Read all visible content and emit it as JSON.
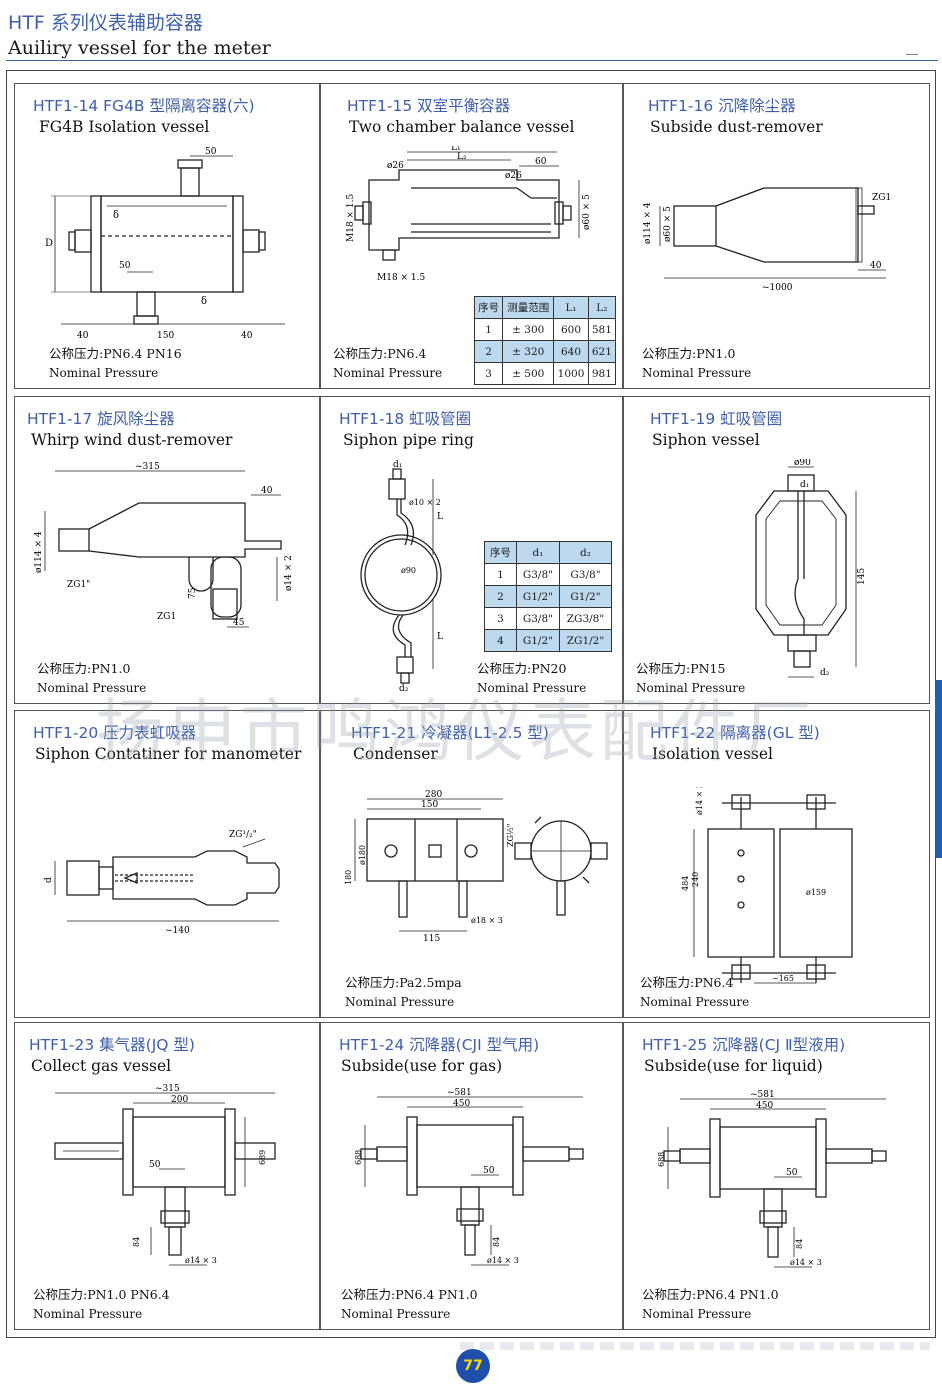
{
  "header": {
    "title_cn": "HTF 系列仪表辅助容器",
    "title_en": "Auiliry vessel for the meter"
  },
  "watermark": "扬申市鸣鸿仪表配件厂",
  "page_number": "77",
  "cells": [
    {
      "code_cn": "HTF1-14 FG4B 型隔离容器(六)",
      "name_en": "FG4B Isolation vessel",
      "pressure": "公称压力:PN6.4 PN16",
      "pressure_en": "Nominal Pressure"
    },
    {
      "code_cn": "HTF1-15 双室平衡容器",
      "name_en": "Two chamber balance vessel",
      "pressure": "公称压力:PN6.4",
      "pressure_en": "Nominal Pressure"
    },
    {
      "code_cn": "HTF1-16 沉降除尘器",
      "name_en": "Subside dust-remover",
      "pressure": "公称压力:PN1.0",
      "pressure_en": "Nominal Pressure"
    },
    {
      "code_cn": "HTF1-17 旋风除尘器",
      "name_en": "Whirp wind dust-remover",
      "pressure": "公称压力:PN1.0",
      "pressure_en": "Nominal Pressure"
    },
    {
      "code_cn": "HTF1-18 虹吸管圈",
      "name_en": "Siphon pipe ring",
      "pressure": "公称压力:PN20",
      "pressure_en": "Nominal Pressure"
    },
    {
      "code_cn": "HTF1-19 虹吸管圈",
      "name_en": "Siphon vessel",
      "pressure": "公称压力:PN15",
      "pressure_en": "Nominal Pressure"
    },
    {
      "code_cn": "HTF1-20 压力表虹吸器",
      "name_en": "Siphon Contatiner for manometer",
      "pressure": "",
      "pressure_en": ""
    },
    {
      "code_cn": "HTF1-21 冷凝器(L1-2.5 型)",
      "name_en": "Condenser",
      "pressure": "公称压力:Pa2.5mpa",
      "pressure_en": "Nominal Pressure"
    },
    {
      "code_cn": "HTF1-22 隔离器(GL 型)",
      "name_en": "Isolation vessel",
      "pressure": "公称压力:PN6.4",
      "pressure_en": "Nominal Pressure"
    },
    {
      "code_cn": "HTF1-23 集气器(JQ 型)",
      "name_en": "Collect gas vessel",
      "pressure": "公称压力:PN1.0 PN6.4",
      "pressure_en": "Nominal Pressure"
    },
    {
      "code_cn": "HTF1-24 沉降器(CJI 型气用)",
      "name_en": "Subside(use for gas)",
      "pressure": "公称压力:PN6.4 PN1.0",
      "pressure_en": "Nominal Pressure"
    },
    {
      "code_cn": "HTF1-25 沉降器(CJ Ⅱ型液用)",
      "name_en": "Subside(use for liquid)",
      "pressure": "公称压力:PN6.4 PN1.0",
      "pressure_en": "Nominal Pressure"
    }
  ],
  "dims": {
    "d50": "50",
    "d40": "40",
    "d150": "150",
    "dD": "D",
    "delta": "δ",
    "L1": "L₁",
    "L2": "L₂",
    "d26": "ø26",
    "d60": "60",
    "m18": "M18 × 1.5",
    "phi60": "ø60 × 5",
    "zg1": "ZG1",
    "phi114": "ø114 × 4",
    "d1000": "~1000",
    "d315": "~315",
    "zg1in": "ZG1\"",
    "d75": "75",
    "d45": "45",
    "phi14x2": "ø14 × 2",
    "sd1": "d₁",
    "sd2": "d₂",
    "phi10": "ø10 × 2",
    "phi90": "ø90",
    "dL": "L",
    "d145": "145",
    "zg12": "ZG¹/₂\"",
    "dd": "d",
    "d140": "~140",
    "d280": "280",
    "phi180": "ø180",
    "d180": "180",
    "d115": "115",
    "phi18": "ø18 × 3",
    "zg12b": "ZG½\"",
    "phi14x3": "ø14 × 3",
    "d484": "484",
    "d240": "240",
    "phi159": "ø159",
    "d165": "~165",
    "d200": "200",
    "d689": "689",
    "d84": "84",
    "d581": "~581",
    "d450": "450",
    "d688": "688"
  },
  "table_15": {
    "headers": [
      "序号",
      "测量范围",
      "L₁",
      "L₂"
    ],
    "rows": [
      [
        "1",
        "± 300",
        "600",
        "581"
      ],
      [
        "2",
        "± 320",
        "640",
        "621"
      ],
      [
        "3",
        "± 500",
        "1000",
        "981"
      ]
    ]
  },
  "table_18": {
    "headers": [
      "序号",
      "d₁",
      "d₂"
    ],
    "rows": [
      [
        "1",
        "G3/8\"",
        "G3/8\""
      ],
      [
        "2",
        "G1/2\"",
        "G1/2\""
      ],
      [
        "3",
        "G3/8\"",
        "ZG3/8\""
      ],
      [
        "4",
        "G1/2\"",
        "ZG1/2\""
      ]
    ]
  }
}
